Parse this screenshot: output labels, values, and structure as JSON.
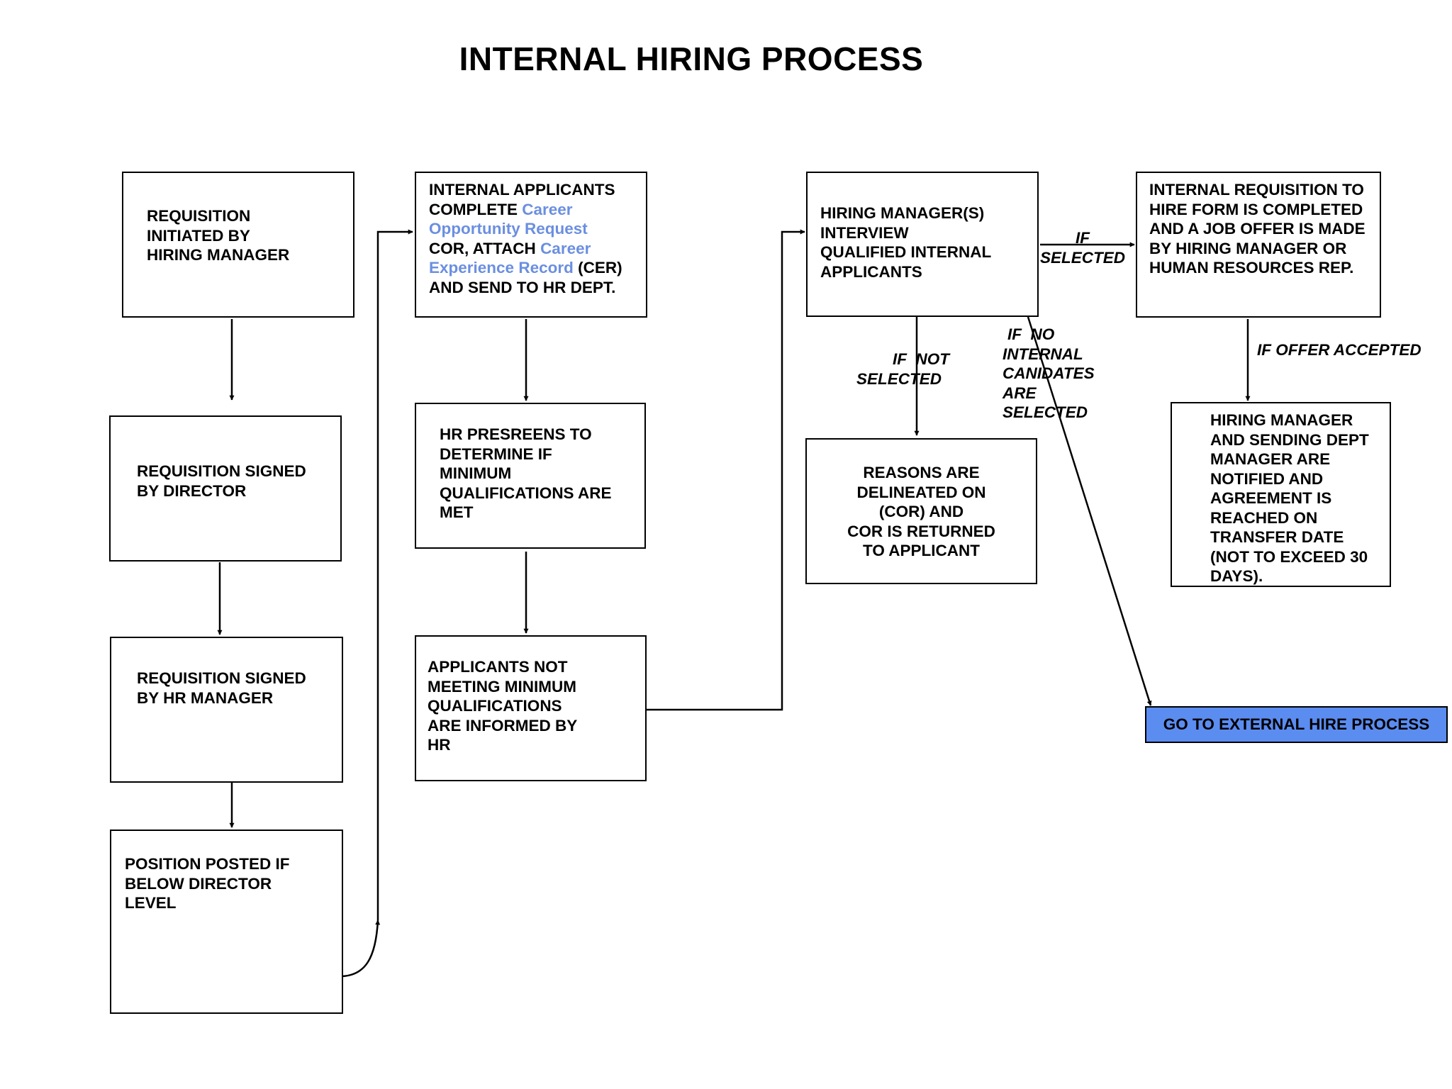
{
  "title": "INTERNAL HIRING PROCESS",
  "nodes": {
    "req_initiated": [
      "REQUISITION",
      "INITIATED BY",
      "HIRING MANAGER"
    ],
    "req_director": [
      "REQUISITION SIGNED",
      "BY DIRECTOR"
    ],
    "req_hr": [
      "REQUISITION SIGNED",
      "BY HR MANAGER"
    ],
    "position_posted": [
      "POSITION POSTED IF",
      "BELOW DIRECTOR",
      "LEVEL"
    ],
    "applicants_complete": {
      "l1": "INTERNAL APPLICANTS",
      "l2a": "COMPLETE ",
      "link1a": "Career",
      "link1b": "Opportunity Request",
      "l4a": "COR, ATTACH ",
      "link2a": "Career",
      "link2b": "Experience Record",
      "l5b": " (CER)",
      "l6": "AND SEND TO HR DEPT."
    },
    "hr_prescreens": [
      "HR PRESREENS TO",
      "DETERMINE IF",
      "MINIMUM",
      "QUALIFICATIONS ARE",
      "MET"
    ],
    "not_meeting": [
      "APPLICANTS NOT",
      "MEETING MINIMUM",
      "QUALIFICATIONS",
      "ARE INFORMED BY",
      "HR"
    ],
    "interview": [
      "HIRING MANAGER(S)",
      "INTERVIEW",
      "QUALIFIED INTERNAL",
      "APPLICANTS"
    ],
    "reasons": [
      "REASONS ARE",
      "DELINEATED ON",
      "(COR) AND",
      "COR IS RETURNED",
      "TO APPLICANT"
    ],
    "requisition_form": [
      "INTERNAL REQUISITION TO",
      "HIRE FORM IS COMPLETED",
      "AND A JOB OFFER IS MADE",
      "BY HIRING MANAGER OR",
      "HUMAN RESOURCES REP."
    ],
    "notified": [
      "HIRING MANAGER",
      "AND SENDING DEPT",
      "MANAGER ARE",
      "NOTIFIED AND",
      "AGREEMENT IS",
      "REACHED ON",
      "TRANSFER DATE",
      "(NOT TO EXCEED 30",
      "DAYS)."
    ],
    "external": "GO TO EXTERNAL HIRE PROCESS"
  },
  "edge_labels": {
    "if_selected": [
      "IF",
      "SELECTED"
    ],
    "if_not_selected": [
      "IF  NOT",
      "SELECTED"
    ],
    "if_no_internal": [
      "IF  NO",
      "INTERNAL",
      "CANIDATES",
      "ARE",
      "SELECTED"
    ],
    "if_offer_accepted": "IF OFFER ACCEPTED"
  },
  "colors": {
    "link": "#6b8fe0",
    "external_fill": "#5b8cf0"
  }
}
